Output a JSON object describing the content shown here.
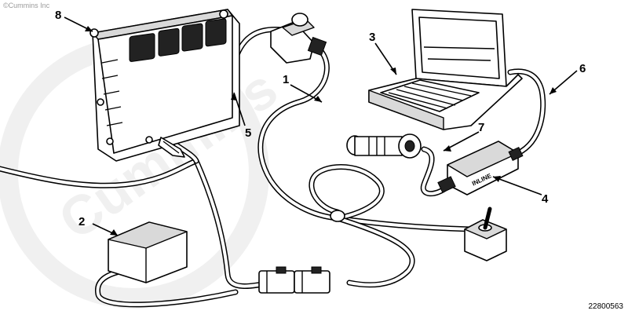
{
  "copyright": "©Cummins Inc",
  "watermark": "Cummins",
  "figure_id": "22800563",
  "adapter_label": "INLINE",
  "callouts": {
    "c1": "1",
    "c2": "2",
    "c3": "3",
    "c4": "4",
    "c5": "5",
    "c6": "6",
    "c7": "7",
    "c8": "8"
  }
}
